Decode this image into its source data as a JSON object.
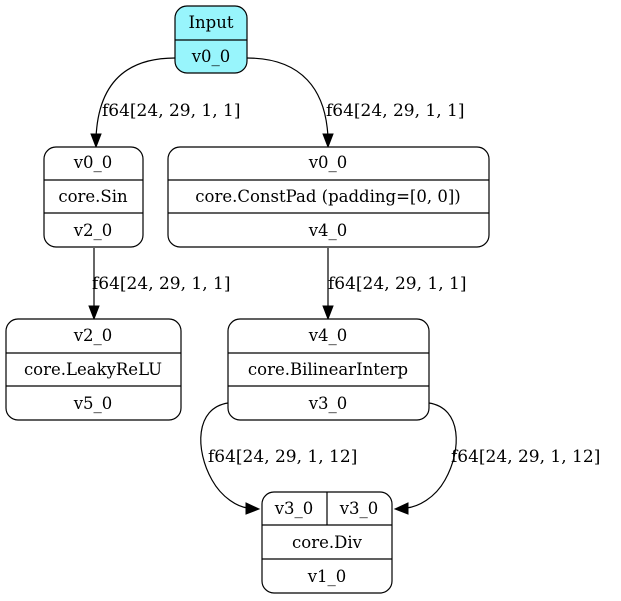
{
  "colors": {
    "input_fill": "#98f5fc",
    "stroke": "#000000",
    "background": "#ffffff"
  },
  "nodes": {
    "input": {
      "title": "Input",
      "output": "v0_0"
    },
    "sin": {
      "input": "v0_0",
      "op": "core.Sin",
      "output": "v2_0"
    },
    "constpad": {
      "input": "v0_0",
      "op": "core.ConstPad (padding=[0, 0])",
      "output": "v4_0"
    },
    "leakyrelu": {
      "input": "v2_0",
      "op": "core.LeakyReLU",
      "output": "v5_0"
    },
    "bilinear": {
      "input": "v4_0",
      "op": "core.BilinearInterp",
      "output": "v3_0"
    },
    "div": {
      "input_a": "v3_0",
      "input_b": "v3_0",
      "op": "core.Div",
      "output": "v1_0"
    }
  },
  "edges": {
    "input_to_sin": "f64[24, 29, 1, 1]",
    "input_to_constpad": "f64[24, 29, 1, 1]",
    "sin_to_leakyrelu": "f64[24, 29, 1, 1]",
    "constpad_to_bilinear": "f64[24, 29, 1, 1]",
    "bilinear_to_div_left": "f64[24, 29, 1, 12]",
    "bilinear_to_div_right": "f64[24, 29, 1, 12]"
  }
}
